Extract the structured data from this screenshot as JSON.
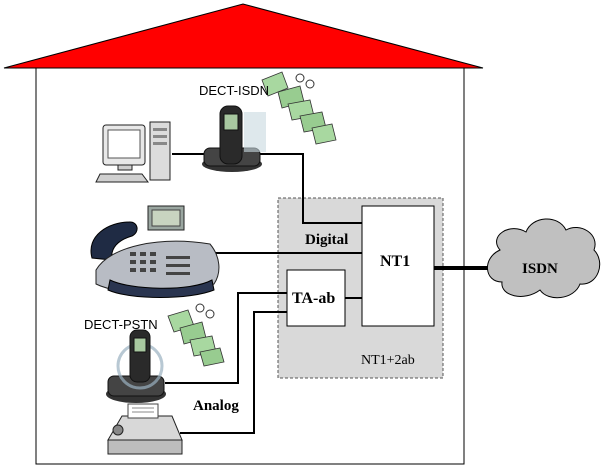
{
  "labels": {
    "dect_isdn": "DECT-ISDN",
    "dect_pstn": "DECT-PSTN",
    "digital": "Digital",
    "analog": "Analog",
    "nt1": "NT1",
    "ta_ab": "TA-ab",
    "nt1_2ab": "NT1+2ab",
    "isdn": "ISDN"
  },
  "colors": {
    "roof": "#ff0000",
    "gateway_panel": "#d9d9d9",
    "cloud": "#c0c0c0",
    "wire": "#000000"
  },
  "icons": {
    "computer": "desktop-computer-icon",
    "dect_isdn_phone": "cordless-phone-icon",
    "desk_phone": "desk-phone-icon",
    "dect_pstn_phone": "cordless-phone-icon",
    "fax": "fax-machine-icon",
    "money": "money-icon"
  }
}
